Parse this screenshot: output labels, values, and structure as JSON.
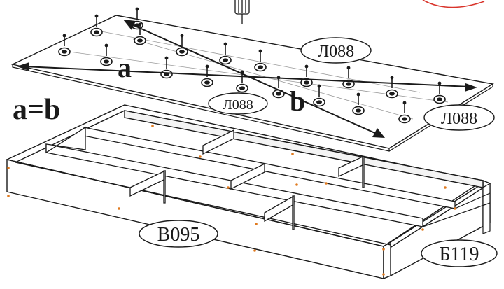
{
  "labels": {
    "a": "a",
    "b": "b",
    "equation": "a=b",
    "part_top_1": "Л088",
    "part_top_2": "Л088",
    "part_top_3": "Л088",
    "part_body": "В095",
    "part_back": "Б119"
  },
  "colors": {
    "line": "#1a1a1a",
    "dot": "#e07a1f",
    "accent": "#d9342b",
    "fill": "#ffffff"
  },
  "icons": {
    "tool": "screwdriver-icon",
    "fastener": "screw-with-washer-icon"
  }
}
